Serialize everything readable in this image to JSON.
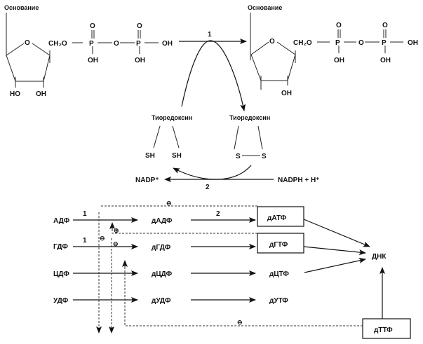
{
  "top": {
    "left_molecule": {
      "base_label": "Основание",
      "ring_oxygen": "O",
      "ch2o": "CH₂O",
      "phosphate1": {
        "p": "P",
        "o_top": "O",
        "oh": "OH"
      },
      "bridge_o": "O",
      "phosphate2": {
        "p": "P",
        "o_top": "O",
        "oh": "OH"
      },
      "terminal_oh": "OH",
      "ho_2": "HO",
      "oh_3": "OH"
    },
    "reaction1_label": "1",
    "right_molecule": {
      "base_label": "Основание",
      "ring_oxygen": "O",
      "ch2o": "CH₂O",
      "phosphate1": {
        "p": "P",
        "o_top": "O",
        "oh": "OH"
      },
      "bridge_o": "O",
      "phosphate2": {
        "p": "P",
        "o_top": "O",
        "oh": "OH"
      },
      "terminal_oh": "OH",
      "oh_3": "OH"
    }
  },
  "middle": {
    "thioredoxin_reduced": "Тиоредоксин",
    "thioredoxin_oxidized": "Тиоредоксин",
    "sh_left": "SH",
    "sh_right": "SH",
    "s_left": "S",
    "s_right": "S",
    "nadp": "NADP⁺",
    "nadph": "NADPH + H⁺",
    "reaction2_label": "2"
  },
  "bottom": {
    "rows": [
      {
        "substrate": "АДФ",
        "step1_label": "1",
        "deoxy_diphosphate": "дАДФ",
        "step2_label": "2",
        "triphosphate": "дАТФ",
        "boxed": true
      },
      {
        "substrate": "ГДФ",
        "step1_label": "1",
        "deoxy_diphosphate": "дГДФ",
        "step2_label": "",
        "triphosphate": "дГТФ",
        "boxed": true
      },
      {
        "substrate": "ЦДФ",
        "step1_label": "",
        "deoxy_diphosphate": "дЦДФ",
        "step2_label": "",
        "triphosphate": "дЦТФ",
        "boxed": false
      },
      {
        "substrate": "УДФ",
        "step1_label": "",
        "deoxy_diphosphate": "дУДФ",
        "step2_label": "",
        "triphosphate": "дУТФ",
        "boxed": false
      }
    ],
    "dttp": "дТТФ",
    "dna": "ДНК",
    "inhibit_symbol": "⊖",
    "activate_symbol": "⊕"
  }
}
